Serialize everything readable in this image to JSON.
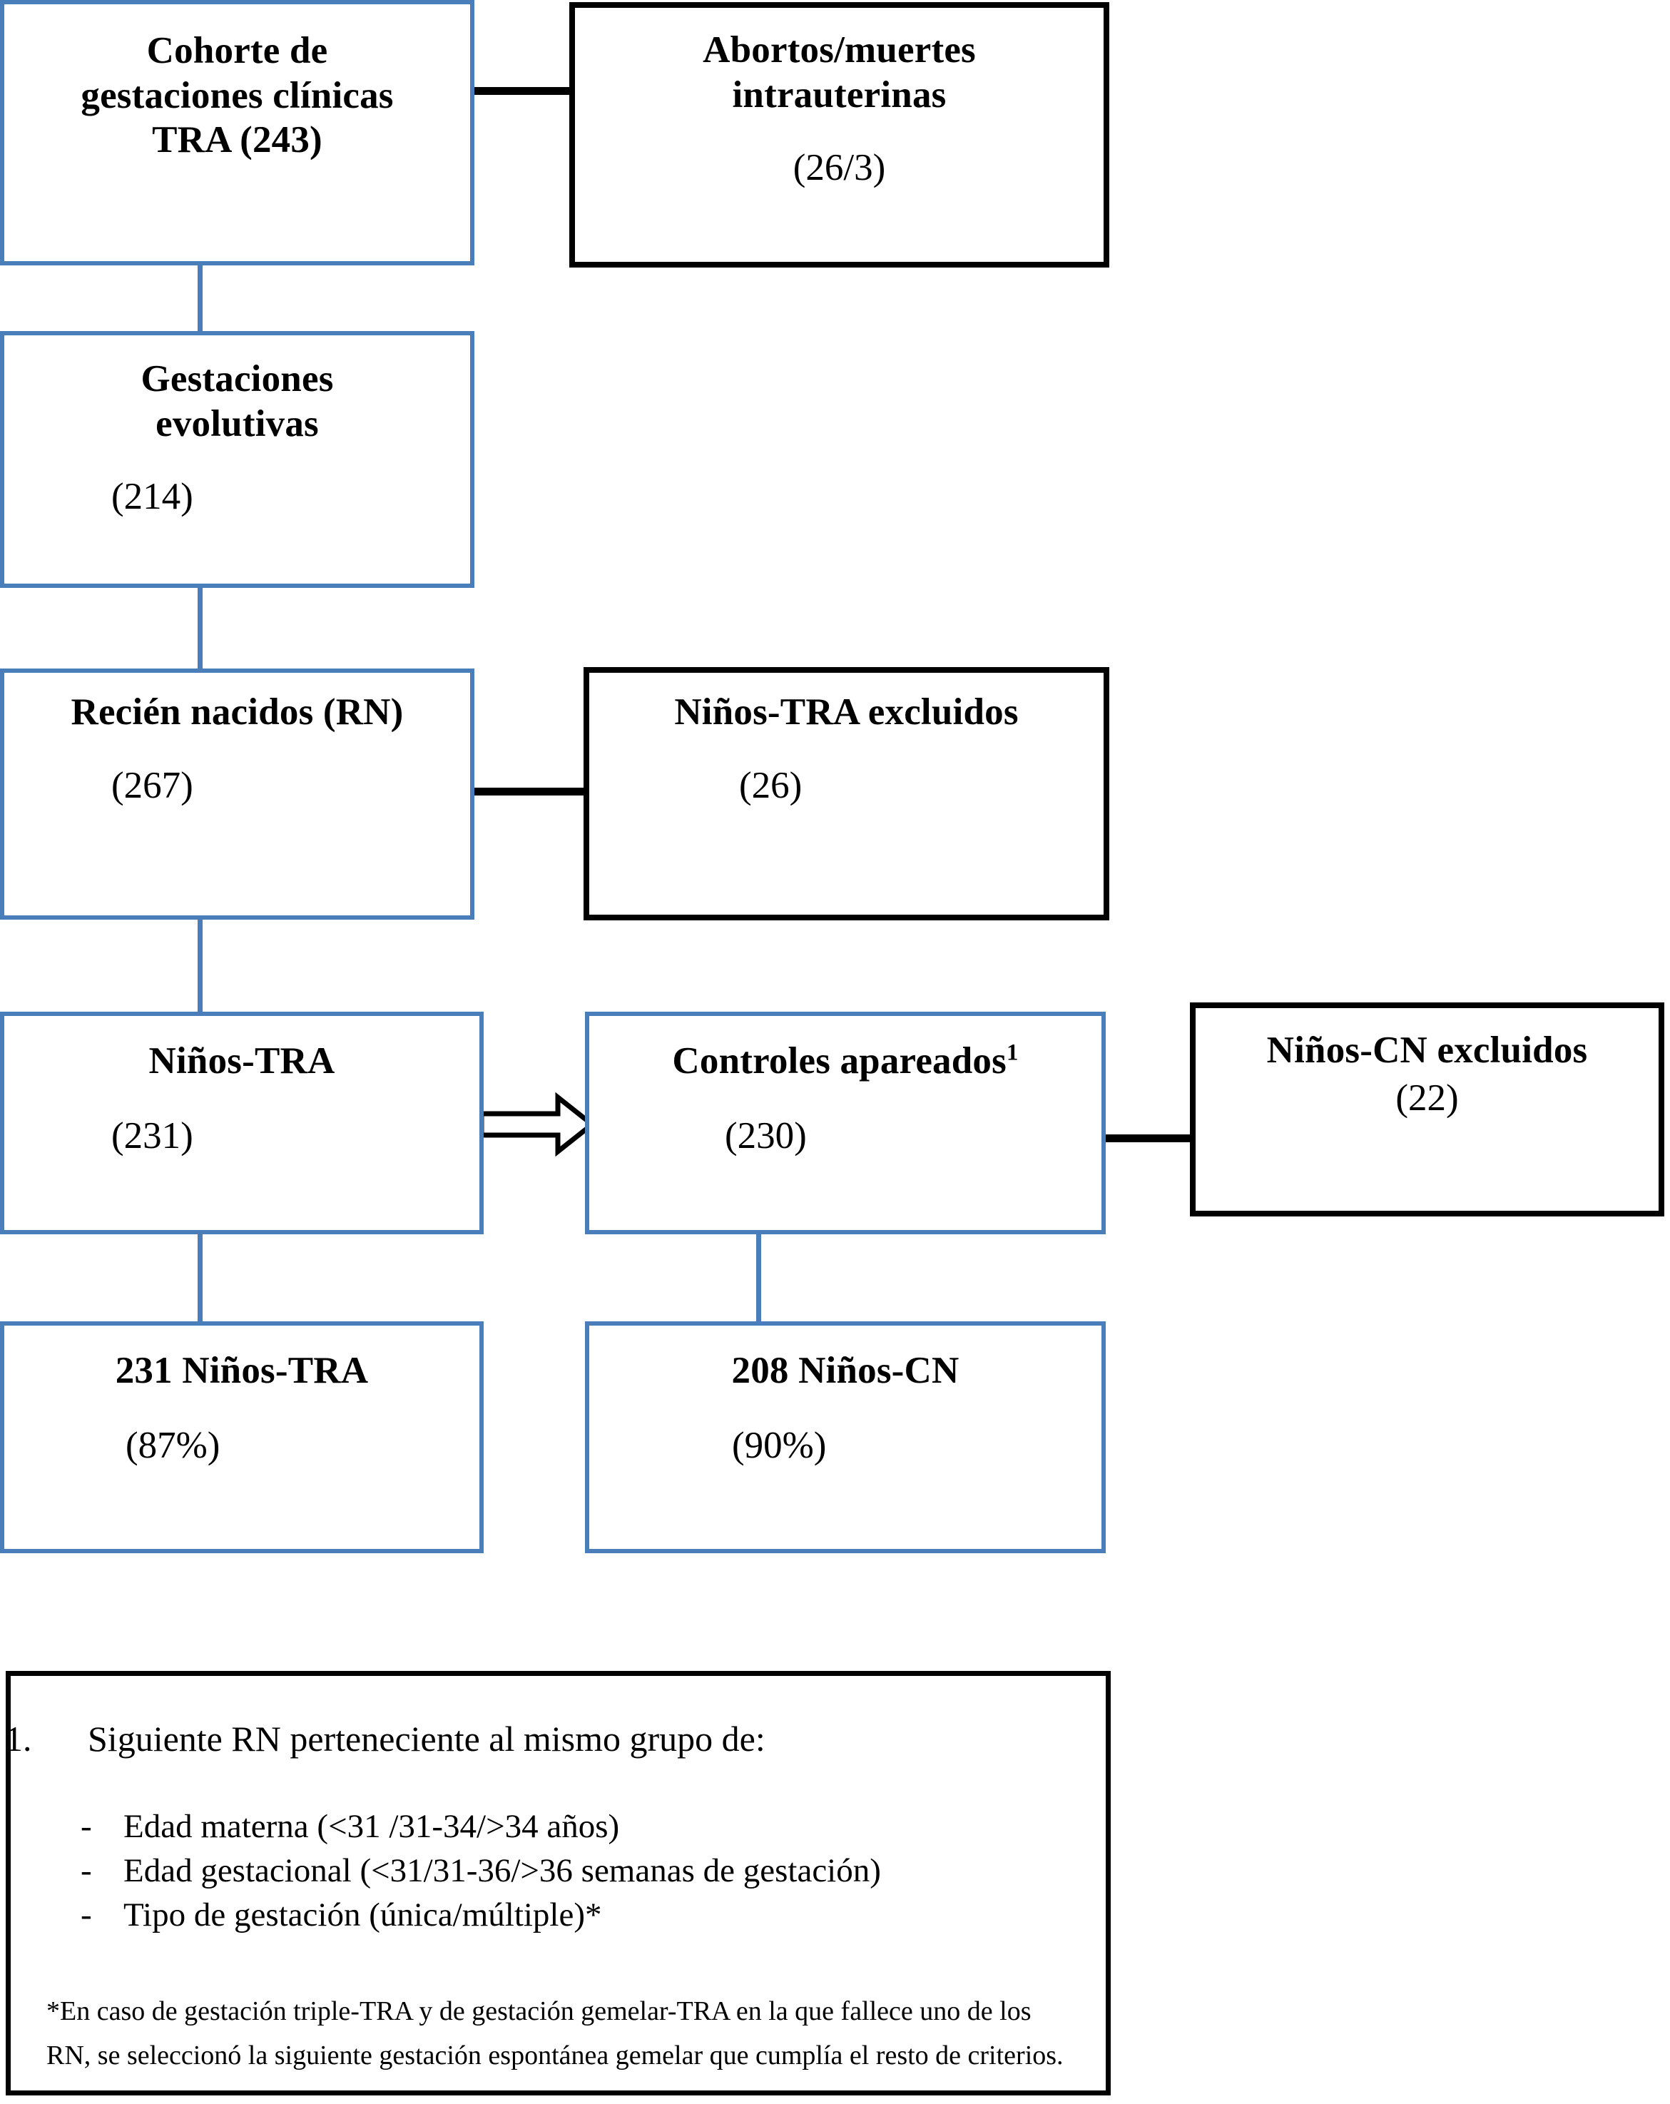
{
  "diagram": {
    "title": "Diagrama de flujo de la cohorte de gestaciones clinicas TRA",
    "accent_blue": "#4a7ebb",
    "accent_black": "#000000",
    "nodes": {
      "cohorte": {
        "line1": "Cohorte de",
        "line2": "gestaciones clínicas",
        "line3": "TRA  (243)"
      },
      "abortos": {
        "line1": "Abortos/muertes",
        "line2": "intrauterinas",
        "count": "(26/3)"
      },
      "gestaciones_evolutivas": {
        "line1": "Gestaciones",
        "line2": "evolutivas",
        "count": "(214)"
      },
      "recien_nacidos": {
        "line1": "Recién nacidos  (RN)",
        "count": "(267)"
      },
      "ninos_tra_excluidos": {
        "line1": "Niños-TRA excluidos",
        "count": "(26)"
      },
      "ninos_tra": {
        "line1": "Niños-TRA",
        "count": "(231)"
      },
      "controles_apareados": {
        "line1": "Controles apareados",
        "footnote_marker": "1",
        "count": "(230)"
      },
      "ninos_cn_excluidos": {
        "line1": "Niños-CN excluidos",
        "count": "(22)"
      },
      "ninos_tra_final": {
        "line1": "231 Niños-TRA",
        "count": "(87%)"
      },
      "ninos_cn_final": {
        "line1": "208 Niños-CN",
        "count": "(90%)"
      }
    },
    "footnote": {
      "number": "1.",
      "title": "Siguiente RN perteneciente al mismo grupo de:",
      "criteria": [
        {
          "dash": "-",
          "text": "Edad materna (<31 /31-34/>34 años)"
        },
        {
          "dash": "-",
          "text": "Edad gestacional (<31/31-36/>36 semanas de gestación)"
        },
        {
          "dash": "-",
          "text": "Tipo de gestación (única/múltiple)*"
        }
      ],
      "note": "*En caso de gestación triple-TRA y de gestación gemelar-TRA en la que fallece uno de los RN, se seleccionó la siguiente gestación espontánea gemelar que cumplía el resto de criterios."
    }
  }
}
